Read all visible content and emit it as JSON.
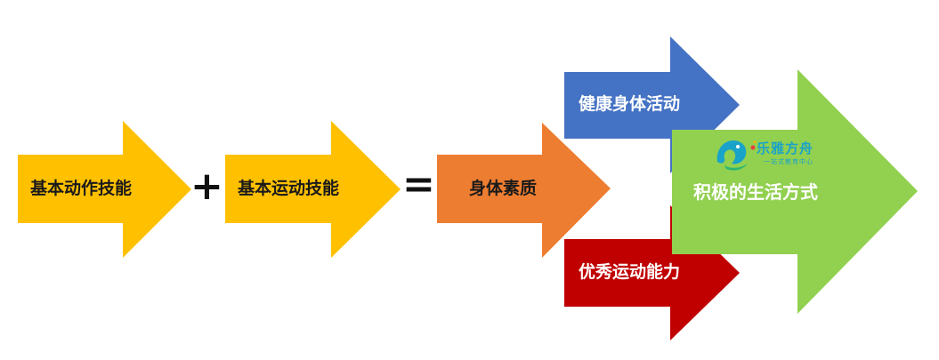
{
  "arrows": {
    "basic_action": {
      "label": "基本动作技能",
      "color": "#FFC000"
    },
    "basic_sport": {
      "label": "基本运动技能",
      "color": "#FFC000"
    },
    "physical_quality": {
      "label": "身体素质",
      "color": "#ED7D31"
    },
    "healthy_activity": {
      "label": "健康身体活动",
      "color": "#4472C4"
    },
    "excellent_ability": {
      "label": "优秀运动能力",
      "color": "#C00000"
    },
    "active_lifestyle": {
      "label": "积极的生活方式",
      "color": "#92D050"
    }
  },
  "operators": {
    "plus": "+",
    "equals": "="
  },
  "logo": {
    "title": "乐雅方舟",
    "subtitle": "一站式教育中心",
    "icon": "dolphin-logo-icon",
    "color": "#1aa3c9"
  }
}
